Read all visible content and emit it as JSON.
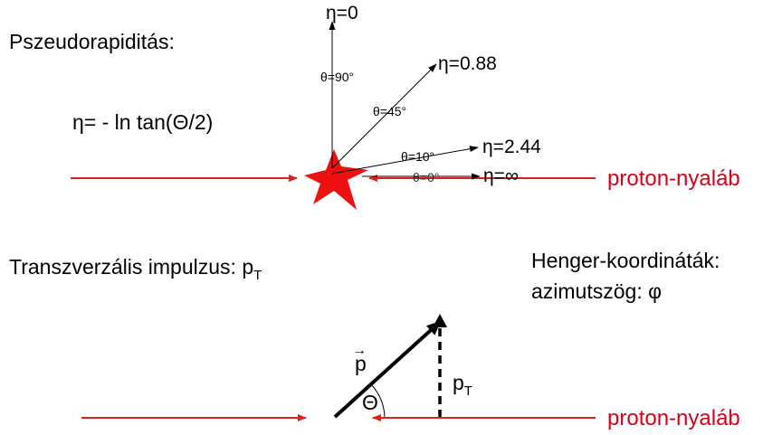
{
  "colors": {
    "beam": "#e0201e",
    "label_red": "#d8001a",
    "star": "#ee1111",
    "ink": "#000000"
  },
  "top": {
    "title": "Pszeudorapiditás:",
    "formula": "η= - ln tan(Θ/2)",
    "beam_label": "proton-nyaláb",
    "rays": [
      {
        "angle_label": "θ=90°",
        "eta_label": "η=0"
      },
      {
        "angle_label": "θ=45°",
        "eta_label": "η=0.88"
      },
      {
        "angle_label": "θ=10°",
        "eta_label": "η=2.44"
      },
      {
        "angle_label": "θ=0°",
        "eta_label": "η=∞"
      }
    ]
  },
  "bottom": {
    "transverse_label": "Transzverzális impulzus: p",
    "transverse_sub": "T",
    "cyl_line1": "Henger-koordináták:",
    "cyl_line2": "azimutszög: φ",
    "momentum_label": "p",
    "momentum_arrow": "→",
    "pt_label": "p",
    "pt_sub": "T",
    "theta_label": "Θ",
    "beam_label": "proton-nyaláb"
  }
}
